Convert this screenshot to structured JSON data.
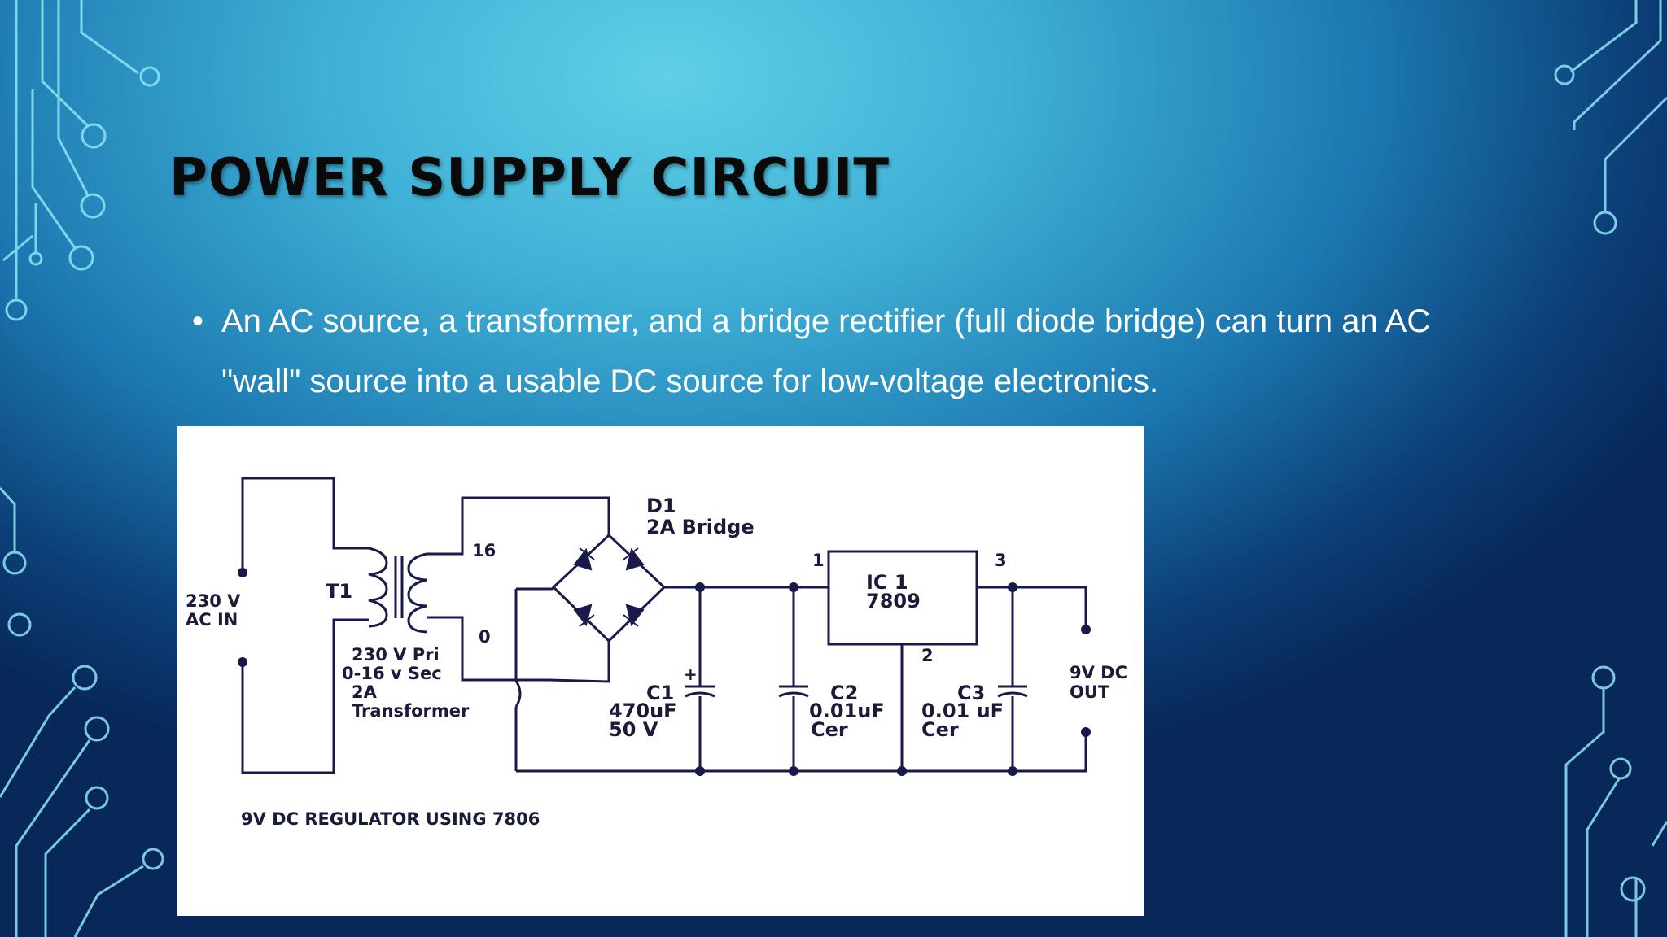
{
  "slide": {
    "title": "POWER SUPPLY CIRCUIT",
    "bullet": "An AC source, a transformer, and a bridge rectifier (full diode bridge) can turn an AC \"wall\" source into a usable DC source for low-voltage electronics."
  },
  "diagram": {
    "caption": "9V DC REGULATOR USING  7806",
    "input_label": [
      "230 V",
      "AC  IN"
    ],
    "transformer_ref": "T1",
    "transformer_desc": [
      "230 V Pri",
      "0-16 v Sec",
      "2A",
      "Transformer"
    ],
    "secondary_tap_16": "16",
    "secondary_tap_0": "0",
    "bridge_ref": "D1",
    "bridge_desc": "2A Bridge",
    "c1": [
      "C1",
      "470uF",
      "50 V"
    ],
    "c2": [
      "C2",
      "0.01uF",
      "Cer"
    ],
    "c3": [
      "C3",
      "0.01 uF",
      "Cer"
    ],
    "ic_ref": "IC 1",
    "ic_part": "7809",
    "ic_pin_1": "1",
    "ic_pin_2": "2",
    "ic_pin_3": "3",
    "output_label": [
      "9V DC",
      "OUT"
    ]
  },
  "colors": {
    "background_top": "#5fd0e6",
    "background_bottom": "#08285a",
    "circuit_decor": "#7fe0f0",
    "wire": "#1a1a4a",
    "title": "#0a0a0a",
    "bullet_text": "#ffffff"
  }
}
